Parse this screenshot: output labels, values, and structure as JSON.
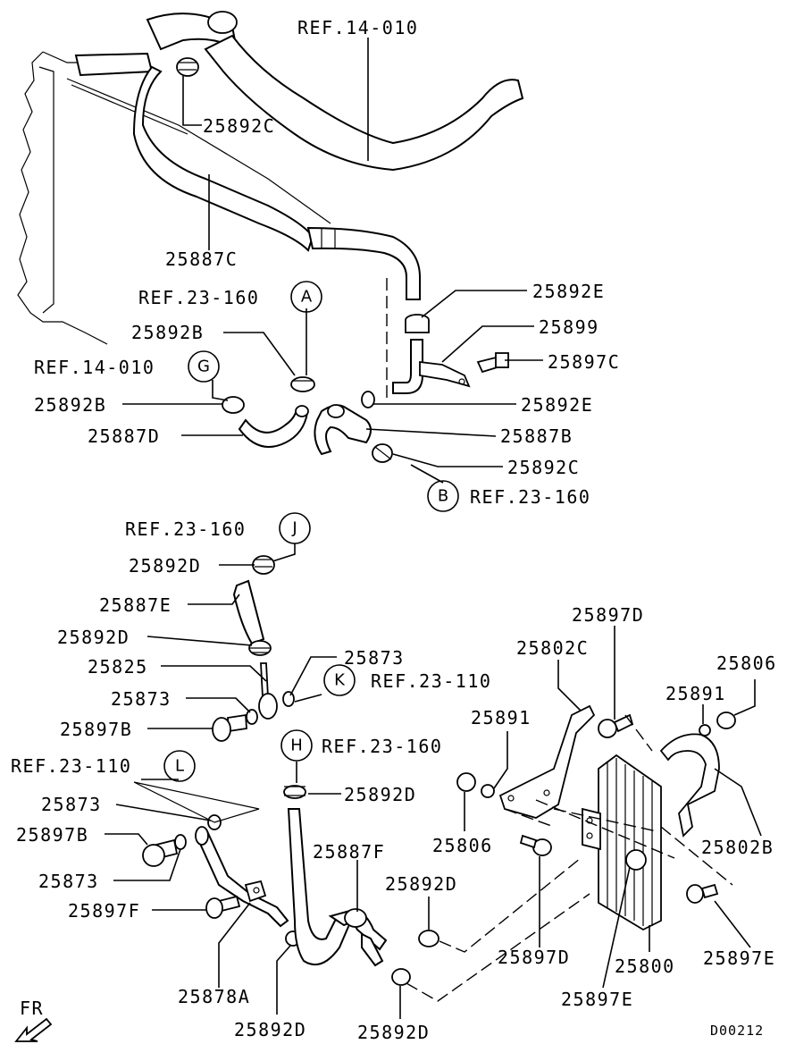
{
  "diagram": {
    "footer_code": "D00212",
    "fr_label": "FR",
    "labels": {
      "ref_14_010_top": "REF.14-010",
      "p25892C_top": "25892C",
      "p25887C": "25887C",
      "ref_23_160_A": "REF.23-160",
      "circle_A": "A",
      "p25892B_upper": "25892B",
      "ref_14_010_G": "REF.14-010",
      "circle_G": "G",
      "p25892B_lower": "25892B",
      "p25887D": "25887D",
      "p25892E_top": "25892E",
      "p25899": "25899",
      "p25897C": "25897C",
      "p25892E_mid": "25892E",
      "p25887B": "25887B",
      "p25892C_mid": "25892C",
      "circle_B": "B",
      "ref_23_160_B": "REF.23-160",
      "ref_23_160_J": "REF.23-160",
      "circle_J": "J",
      "p25892D_J": "25892D",
      "p25887E": "25887E",
      "p25892D_E": "25892D",
      "p25873_right": "25873",
      "p25825": "25825",
      "circle_K": "K",
      "ref_23_110_K": "REF.23-110",
      "p25873_left": "25873",
      "p25897B_upper": "25897B",
      "circle_H": "H",
      "ref_23_160_H": "REF.23-160",
      "ref_23_110_L": "REF.23-110",
      "circle_L": "L",
      "p25873_lower1": "25873",
      "p25892D_H": "25892D",
      "p25897B_lower": "25897B",
      "p25873_lower2": "25873",
      "p25887F": "25887F",
      "p25897F": "25897F",
      "p25892D_mid": "25892D",
      "p25878A": "25878A",
      "p25892D_bot1": "25892D",
      "p25892D_bot2": "25892D",
      "p25897D_top": "25897D",
      "p25802C": "25802C",
      "p25806_top": "25806",
      "p25891_top": "25891",
      "p25891_mid": "25891",
      "p25806_mid": "25806",
      "p25802B": "25802B",
      "p25897D_bot": "25897D",
      "p25800": "25800",
      "p25897E_right": "25897E",
      "p25897E_bot": "25897E"
    }
  }
}
